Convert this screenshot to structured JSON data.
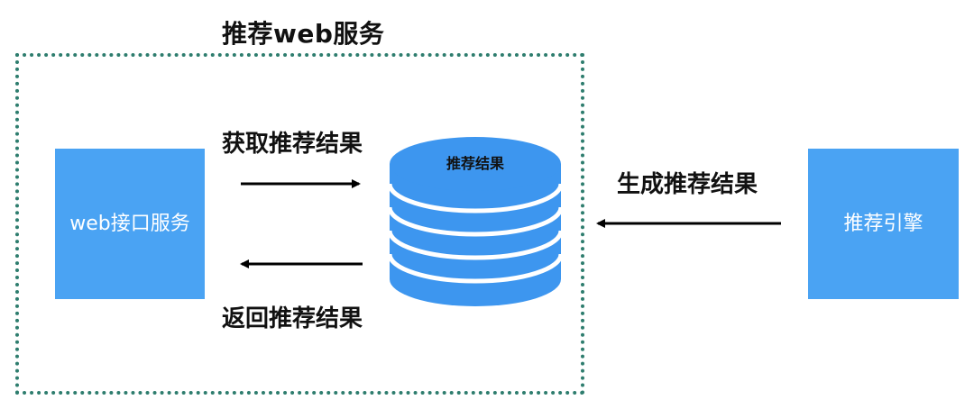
{
  "container": {
    "title": "推荐web服务"
  },
  "nodes": {
    "web_service": "web接口服务",
    "database": "推荐结果",
    "engine": "推荐引擎"
  },
  "edges": {
    "fetch": "获取推荐结果",
    "return": "返回推荐结果",
    "generate": "生成推荐结果"
  },
  "colors": {
    "box_fill": "#4aa3f3",
    "db_fill": "#3d96ef",
    "container_border": "#2e7d6e",
    "arrow": "#000000"
  }
}
